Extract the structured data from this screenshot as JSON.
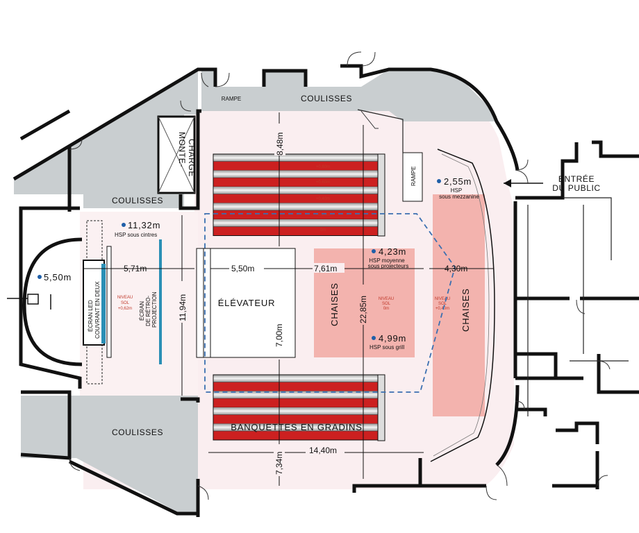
{
  "labels": {
    "coulisses_top": "COULISSES",
    "coulisses_left": "COULISSES",
    "coulisses_bottom": "COULISSES",
    "rampe_top": "RAMPE",
    "rampe_side": "RAMPE",
    "monte_charge_1": "MONTE-",
    "monte_charge_2": "CHARGE",
    "entree_1": "ENTRÉE",
    "entree_2": "DU PUBLIC",
    "elevateur": "ÉLÉVATEUR",
    "chaises_1": "CHAISES",
    "chaises_2": "CHAISES",
    "banquettes": "BANQUETTES EN GRADINS",
    "ecran_led_1": "ÉCRAN LED",
    "ecran_led_2": "COUVRANT EN DEUX",
    "ecran_retro_1": "ÉCRAN",
    "ecran_retro_2": "DE RÉTRO-",
    "ecran_retro_3": "PROJECTION"
  },
  "heights": {
    "h1_value": "11,32m",
    "h1_note": "HSP sous cintres",
    "h2_value": "5,50m",
    "h3_value": "2,55m",
    "h3_note_1": "HSP",
    "h3_note_2": "sous mezzanine",
    "h4_value": "4,23m",
    "h4_note_1": "HSP moyenne",
    "h4_note_2": "sous projecteurs",
    "h5_value": "4,99m",
    "h5_note": "HSP sous grill"
  },
  "dimensions": {
    "d_848": "8,48m",
    "d_571": "5,71m",
    "d_550": "5,50m",
    "d_761": "7,61m",
    "d_430": "4,30m",
    "d_1194": "11,94m",
    "d_700": "7,00m",
    "d_2285": "22,85m",
    "d_1440": "14,40m",
    "d_734": "7,34m"
  },
  "niveaux": {
    "stage": [
      "NIVEAU",
      "SOL",
      "+0,62m"
    ],
    "center": [
      "NIVEAU",
      "SOL",
      "0m"
    ],
    "right": [
      "NIVEAU",
      "SOL",
      "+0,40m"
    ]
  },
  "tiers_top": [
    "+0,80m",
    "+0,60m",
    "+0,40m",
    "+0,20m",
    "0m"
  ],
  "colors": {
    "wings": "#c9ced0",
    "floor": "#faeef0",
    "seat_red": "#cc2020",
    "chair_zone": "#f3b3ae",
    "dot_blue": "#1f5fa8",
    "dash_blue": "#3a6fb0",
    "screen_blue": "#2a8fb5"
  }
}
